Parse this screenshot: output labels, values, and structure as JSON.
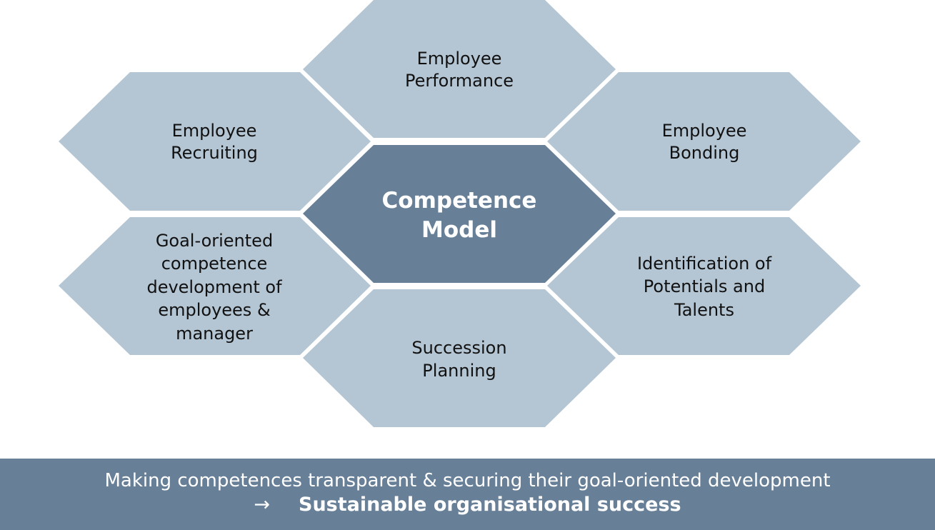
{
  "diagram": {
    "center": {
      "id": "competence-model",
      "lines": [
        "Competence",
        "Model"
      ]
    },
    "hexes": [
      {
        "id": "employee-performance",
        "lines": [
          "Employee",
          "Performance"
        ]
      },
      {
        "id": "employee-recruiting",
        "lines": [
          "Employee",
          "Recruiting"
        ]
      },
      {
        "id": "employee-bonding",
        "lines": [
          "Employee",
          "Bonding"
        ]
      },
      {
        "id": "goal-oriented-development",
        "lines": [
          "Goal-oriented",
          "competence",
          "development of",
          "employees &",
          "manager"
        ]
      },
      {
        "id": "identification-of-potentials",
        "lines": [
          "Identification of",
          "Potentials and",
          "Talents"
        ]
      },
      {
        "id": "succession-planning",
        "lines": [
          "Succession",
          "Planning"
        ]
      }
    ],
    "colors": {
      "outer_hex": "#b4c5d3",
      "center_hex": "#677f97",
      "banner": "#677f97"
    }
  },
  "banner": {
    "line1": "Making competences transparent & securing their goal-oriented development",
    "arrow": "→",
    "result": "Sustainable organisational success"
  }
}
